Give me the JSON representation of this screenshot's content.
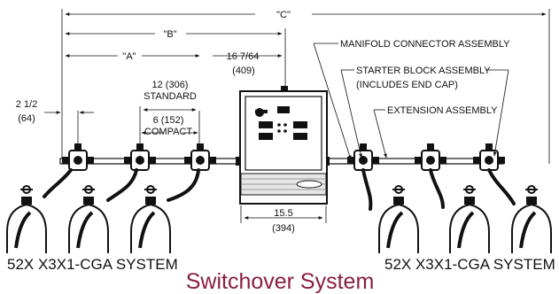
{
  "dimensions": {
    "c": "\"C\"",
    "b": "\"B\"",
    "a": "\"A\"",
    "manifold_offset": "16 7/64",
    "manifold_offset_mm": "(409)",
    "standard_spacing": "12 (306)",
    "standard_label": "STANDARD",
    "compact_spacing": "6 (152)",
    "compact_label": "COMPACT",
    "end_offset": "2 1/2",
    "end_offset_mm": "(64)",
    "cabinet_width": "15.5",
    "cabinet_width_mm": "(394)"
  },
  "callouts": {
    "manifold_connector": "MANIFOLD CONNECTOR ASSEMBLY",
    "starter_block": "STARTER BLOCK ASSEMBLY",
    "starter_block_note": "(INCLUDES END CAP)",
    "extension": "EXTENSION ASSEMBLY"
  },
  "systems": {
    "left": "52X X3X1-CGA SYSTEM",
    "right": "52X X3X1-CGA SYSTEM"
  },
  "title": "Switchover System",
  "colors": {
    "title": "#8b1e3f",
    "line": "#111111"
  }
}
